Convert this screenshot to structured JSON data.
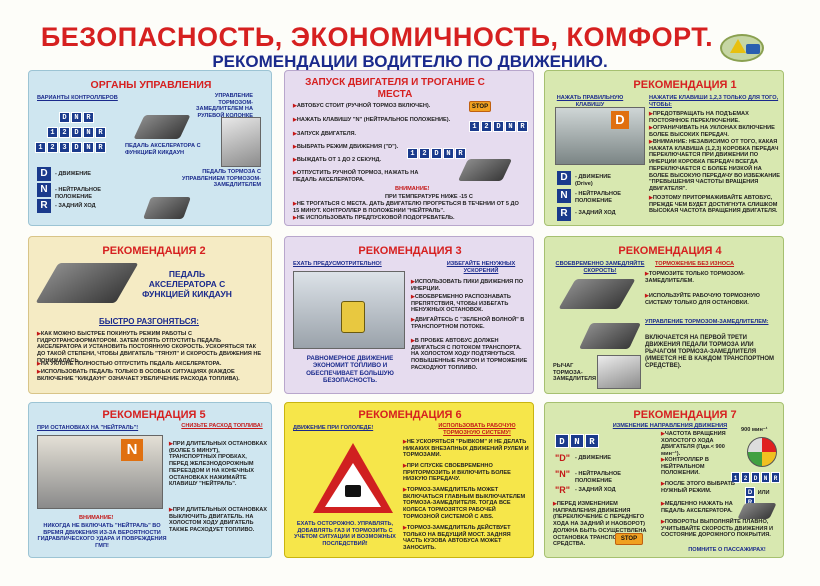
{
  "header": {
    "title": "БЕЗОПАСНОСТЬ, ЭКОНОМИЧНОСТЬ, КОМФОРТ.",
    "subtitle": "РЕКОМЕНДАЦИИ ВОДИТЕЛЮ ПО ДВИЖЕНИЮ."
  },
  "colors": {
    "title": "#d62020",
    "subtitle": "#1a2a8c",
    "card_blue": "#cfe6f0",
    "card_green": "#d8e8b0",
    "card_lilac": "#e6dcef",
    "card_cream": "#f5ebc4",
    "card_yellow": "#f6e64a"
  },
  "card1": {
    "title": "ОРГАНЫ УПРАВЛЕНИЯ",
    "variants": "ВАРИАНТЫ КОНТРОЛЛЕРОВ",
    "row1": [
      "D",
      "N",
      "R"
    ],
    "row2": [
      "1",
      "2",
      "D",
      "N",
      "R"
    ],
    "row3": [
      "1",
      "2",
      "3",
      "D",
      "N",
      "R"
    ],
    "brake_lever": "УПРАВЛЕНИЕ ТОРМОЗОМ-ЗАМЕДЛИТЕЛЕМ НА РУЛЕВОЙ КОЛОНКЕ",
    "accel": "ПЕДАЛЬ АКСЕЛЕРАТОРА С ФУНКЦИЕЙ КИКДАУН",
    "d_label": "- ДВИЖЕНИЕ",
    "n_label": "- НЕЙТРАЛЬНОЕ ПОЛОЖЕНИЕ",
    "r_label": "- ЗАДНИЙ ХОД",
    "brake_pedal": "ПЕДАЛЬ ТОРМОЗА С УПРАВЛЕНИЕМ ТОРМОЗОМ-ЗАМЕДЛИТЕЛЕМ"
  },
  "card2": {
    "title": "ЗАПУСК ДВИГАТЕЛЯ И ТРОГАНИЕ С МЕСТА",
    "items": [
      "АВТОБУС СТОИТ (РУЧНОЙ ТОРМОЗ ВКЛЮЧЕН).",
      "НАЖАТЬ КЛАВИШУ \"N\" (НЕЙТРАЛЬНОЕ ПОЛОЖЕНИЕ).",
      "ЗАПУСК ДВИГАТЕЛЯ.",
      "ВЫБРАТЬ РЕЖИМ ДВИЖЕНИЯ (\"D\").",
      "ВЫЖДАТЬ ОТ 1 ДО 2 СЕКУНД.",
      "ОТПУСТИТЬ РУЧНОЙ ТОРМОЗ, НАЖАТЬ НА ПЕДАЛЬ АКСЕЛЕРАТОРА."
    ],
    "stop": "STOP",
    "keys": [
      "1",
      "2",
      "D",
      "N",
      "R"
    ],
    "warning_title": "ВНИМАНИЕ!",
    "warning_sub": "ПРИ ТЕМПЕРАТУРЕ НИЖЕ -15 С",
    "warning_items": [
      "НЕ ТРОГАТЬСЯ С МЕСТА. ДАТЬ ДВИГАТЕЛЮ ПРОГРЕТЬСЯ В ТЕЧЕНИИ ОТ 5 ДО 15 МИНУТ. КОНТРОЛЛЕР В ПОЛОЖЕНИИ \"НЕЙТРАЛЬ\".",
      "НЕ ИСПОЛЬЗОВАТЬ ПРЕДПУСКОВОЙ ПОДОГРЕВАТЕЛЬ."
    ]
  },
  "card3": {
    "title": "РЕКОМЕНДАЦИЯ 1",
    "press": "НАЖАТЬ ПРАВИЛЬНУЮ КЛАВИШУ",
    "keys_note": "НАЖАТИЕ КЛАВИШИ 1,2,3 ТОЛЬКО ДЛЯ ТОГО, ЧТОБЫ:",
    "items": [
      "ПРЕДОТВРАЩАТЬ НА ПОДЪЕМАХ ПОСТОЯННОЕ ПЕРЕКЛЮЧЕНИЕ.",
      "ОГРАНИЧИВАТЬ НА УКЛОНАХ ВКЛЮЧЕНИЕ БОЛЕЕ ВЫСОКИХ ПЕРЕДАЧ.",
      "ВНИМАНИЕ: НЕЗАВИСИМО ОТ ТОГО, КАКАЯ НАЖАТА КЛАВИША (1,2,3) КОРОБКА ПЕРЕДАЧ ПЕРЕКЛЮЧАЕТСЯ ПРИ ДВИЖЕНИИ ПО ИНЕРЦИИ КОРОБКА ПЕРЕДАЧ ВСЕГДА ПЕРЕКЛЮЧАЕТСЯ С БОЛЕЕ НИЗКОЙ НА БОЛЕЕ ВЫСОКУЮ ПЕРЕДАЧУ ВО ИЗБЕЖАНИЕ \"ПРЕВЫШЕНИЯ ЧАСТОТЫ ВРАЩЕНИЯ ДВИГАТЕЛЯ\".",
      "ПОЭТОМУ ПРИТОРМАЖИВАЙТЕ АВТОБУС, ПРЕЖДЕ ЧЕМ БУДЕТ ДОСТИГНУТА СЛИШКОМ ВЫСОКАЯ ЧАСТОТА ВРАЩЕНИЯ ДВИГАТЕЛЯ."
    ],
    "d_label": "- ДВИЖЕНИЕ (Drive)",
    "n_label": "- НЕЙТРАЛЬНОЕ ПОЛОЖЕНИЕ",
    "r_label": "- ЗАДНИЙ ХОД"
  },
  "card4": {
    "title": "РЕКОМЕНДАЦИЯ 2",
    "pedal": "ПЕДАЛЬ АКСЕЛЕРАТОРА С ФУНКЦИЕЙ КИКДАУН",
    "fast": "БЫСТРО РАЗГОНЯТЬСЯ:",
    "items": [
      "КАК МОЖНО БЫСТРЕЕ ПОКИНУТЬ РЕЖИМ РАБОТЫ С ГИДРОТРАНСФОРМАТОРОМ. ЗАТЕМ ОПЯТЬ ОТПУСТИТЬ ПЕДАЛЬ АКСЕЛЕРАТОРА И УСТАНОВИТЬ ПОСТОЯННУЮ СКОРОСТЬ. УСКОРЯТЬСЯ ТАК ДО ТАКОЙ СТЕПЕНИ, ЧТОБЫ ДВИГАТЕЛЬ \"ТЯНУЛ\" И СКОРОСТЬ ДВИЖЕНИЯ НЕ ПОНИЖАЛАСЬ.",
      "НА УКЛОНЕ ПОЛНОСТЬЮ ОТПУСТИТЬ ПЕДАЛЬ АКСЕЛЕРАТОРА.",
      "ИСПОЛЬЗОВАТЬ ПЕДАЛЬ ТОЛЬКО В ОСОБЫХ СИТУАЦИЯХ (КАЖДОЕ ВКЛЮЧЕНИЕ \"КИКДАУН\" ОЗНАЧАЕТ УВЕЛИЧЕНИЕ РАСХОДА ТОПЛИВА)."
    ]
  },
  "card5": {
    "title": "РЕКОМЕНДАЦИЯ 3",
    "look": "ЕХАТЬ ПРЕДУСМОТРИТЕЛЬНО!",
    "avoid": "ИЗБЕГАЙТЕ НЕНУЖНЫХ УСКОРЕНИЙ",
    "items": [
      "ИСПОЛЬЗОВАТЬ ПИКИ ДВИЖЕНИЯ ПО ИНЕРЦИИ.",
      "СВОЕВРЕМЕННО РАСПОЗНАВАТЬ ПРЕПЯТСТВИЯ, ЧТОБЫ ИЗБЕГАТЬ НЕНУЖНЫХ ОСТАНОВОК.",
      "ДВИГАЙТЕСЬ С \"ЗЕЛЕНОЙ ВОЛНОЙ\" В ТРАНСПОРТНОМ ПОТОКЕ.",
      "В ПРОБКЕ АВТОБУС ДОЛЖЕН ДВИГАТЬСЯ С ПОТОКОМ ТРАНСПОРТА. НА ХОЛОСТОМ ХОДУ ПОДТЯНУТЬСЯ. ПОВЫШЕННЫЕ РАЗГОН И ТОРМОЖЕНИЕ РАСХОДУЮТ ТОПЛИВО."
    ],
    "summary": "РАВНОМЕРНОЕ ДВИЖЕНИЕ ЭКОНОМИТ ТОПЛИВО И ОБЕСПЕЧИВАЕТ БОЛЬШУЮ БЕЗОПАСНОСТЬ."
  },
  "card6": {
    "title": "РЕКОМЕНДАЦИЯ 4",
    "slow": "СВОЕВРЕМЕННО ЗАМЕДЛЯЙТЕ СКОРОСТЬ!",
    "nowear": "ТОРМОЖЕНИЕ БЕЗ ИЗНОСА",
    "items": [
      "ТОРМОЗИТЕ ТОЛЬКО ТОРМОЗОМ-ЗАМЕДЛИТЕЛЕМ.",
      "ИСПОЛЬЗУЙТЕ РАБОЧУЮ ТОРМОЗНУЮ СИСТЕМУ ТОЛЬКО ДЛЯ ОСТАНОВКИ."
    ],
    "control": "УПРАВЛЕНИЕ ТОРМОЗОМ-ЗАМЕДЛИТЕЛЕМ:",
    "control_text": "ВКЛЮЧАЕТСЯ НА ПЕРВОЙ ТРЕТИ ДВИЖЕНИЯ ПЕДАЛИ ТОРМОЗА ИЛИ РЫЧАГОМ ТОРМОЗА-ЗАМЕДЛИТЕЛЯ (ИМЕЕТСЯ НЕ В КАЖДОМ ТРАНСПОРТНОМ СРЕДСТВЕ).",
    "lever": "РЫЧАГ ТОРМОЗА-ЗАМЕДЛИТЕЛЯ"
  },
  "card7": {
    "title": "РЕКОМЕНДАЦИЯ 5",
    "stops": "ПРИ ОСТАНОВКАХ НА \"НЕЙТРАЛЬ\"!",
    "reduce": "СНИЗЬТЕ РАСХОД ТОПЛИВА!",
    "items": [
      "ПРИ ДЛИТЕЛЬНЫХ ОСТАНОВКАХ (БОЛЕЕ 5 МИНУТ), ТРАНСПОРТНЫХ ПРОБКАХ, ПЕРЕД ЖЕЛЕЗНОДОРОЖНЫМ ПЕРЕЕЗДОМ И НА КОНЕЧНЫХ ОСТАНОВКАХ НАЖИМАЙТЕ КЛАВИШУ \"НЕЙТРАЛЬ\".",
      "ПРИ ДЛИТЕЛЬНЫХ ОСТАНОВКАХ ВЫКЛЮЧИТЬ ДВИГАТЕЛЬ. НА ХОЛОСТОМ ХОДУ ДВИГАТЕЛЬ ТАКЖЕ РАСХОДУЕТ ТОПЛИВО."
    ],
    "key_n": "N",
    "warn_title": "ВНИМАНИЕ!",
    "warn_text": "НИКОГДА НЕ ВКЛЮЧАТЬ \"НЕЙТРАЛЬ\" ВО ВРЕМЯ ДВИЖЕНИЯ ИЗ-ЗА ВЕРОЯТНОСТИ ГИДРАВЛИЧЕСКОГО УДАРА И ПОВРЕЖДЕНИЯ ГМП!"
  },
  "card8": {
    "title": "РЕКОМЕНДАЦИЯ 6",
    "ice": "ДВИЖЕНИЕ ПРИ ГОЛОЛЕДЕ!",
    "use": "ИСПОЛЬЗОВАТЬ РАБОЧУЮ ТОРМОЗНУЮ СИСТЕМУ!",
    "items": [
      "НЕ УСКОРЯТЬСЯ \"РЫВКОМ\" И НЕ ДЕЛАТЬ НИКАКИХ ВНЕЗАПНЫХ ДВИЖЕНИЙ РУЛЕМ И ТОРМОЗАМИ.",
      "ПРИ СПУСКЕ СВОЕВРЕМЕННО ПРИТОРМОЗИТЬ И ВКЛЮЧИТЬ БОЛЕЕ НИЗКУЮ ПЕРЕДАЧУ.",
      "ТОРМОЗ-ЗАМЕДЛИТЕЛЬ МОЖЕТ ВКЛЮЧАТЬСЯ ГЛАВНЫМ ВЫКЛЮЧАТЕЛЕМ ТОРМОЗА-ЗАМЕДЛИТЕЛЯ. ТОГДА ВСЕ КОЛЕСА ТОРМОЗЯТСЯ РАБОЧЕЙ ТОРМОЗНОЙ СИСТЕМОЙ С ABS.",
      "ТОРМОЗ-ЗАМЕДЛИТЕЛЬ ДЕЙСТВУЕТ ТОЛЬКО НА ВЕДУЩИЙ МОСТ. ЗАДНЯЯ ЧАСТЬ КУЗОВА АВТОБУСА МОЖЕТ ЗАНОСИТЬ."
    ],
    "caption": "ЕХАТЬ ОСТОРОЖНО. УПРАВЛЯТЬ, ДОБАВЛЯТЬ ГАЗ И ТОРМОЗИТЬ С УЧЕТОМ СИТУАЦИИ И ВОЗМОЖНЫХ ПОСЛЕДСТВИЙ!"
  },
  "card9": {
    "title": "РЕКОМЕНДАЦИЯ 7",
    "direction": "ИЗМЕНЕНИЕ НАПРАВЛЕНИЯ ДВИЖЕНИЯ",
    "keys": [
      "D",
      "N",
      "R"
    ],
    "d_label": "- ДВИЖЕНИЕ",
    "n_label": "- НЕЙТРАЛЬНОЕ ПОЛОЖЕНИЕ",
    "r_label": "- ЗАДНИЙ ХОД",
    "items": [
      "ПЕРЕД ИЗМЕНЕНИЕМ НАПРАВЛЕНИЯ ДВИЖЕНИЯ (ПЕРЕКЛЮЧЕНИЕ С ПЕРЕДНЕГО ХОДА НА ЗАДНИЙ И НАОБОРОТ) ДОЛЖНА БЫТЬ ОСУЩЕСТВЛЕНА ОСТАНОВКА ТРАНСПОРТНОГО СРЕДСТВА.",
      "ЧАСТОТА ВРАЩЕНИЯ ХОЛОСТОГО ХОДА ДВИГАТЕЛЯ (Пдв.< 900 мин⁻¹).",
      "КОНТРОЛЛЕР В НЕЙТРАЛЬНОМ ПОЛОЖЕНИИ.",
      "ПОСЛЕ ЭТОГО ВЫБРАТЬ НУЖНЫЙ РЕЖИМ.",
      "МЕДЛЕННО НАЖАТЬ НА ПЕДАЛЬ АКСЕЛЕРАТОРА.",
      "ПОВОРОТЫ ВЫПОЛНЯЙТЕ ПЛАВНО, УЧИТЫВАЙТЕ СКОРОСТЬ ДВИЖЕНИЯ И СОСТОЯНИЕ ДОРОЖНОГО ПОКРЫТИЯ."
    ],
    "gauge": "900 мин⁻¹",
    "keys_small": [
      "1",
      "2",
      "D",
      "N",
      "R"
    ],
    "or": "ИЛИ",
    "stop": "STOP",
    "remember": "ПОМНИТЕ О ПАССАЖИРАХ!"
  }
}
